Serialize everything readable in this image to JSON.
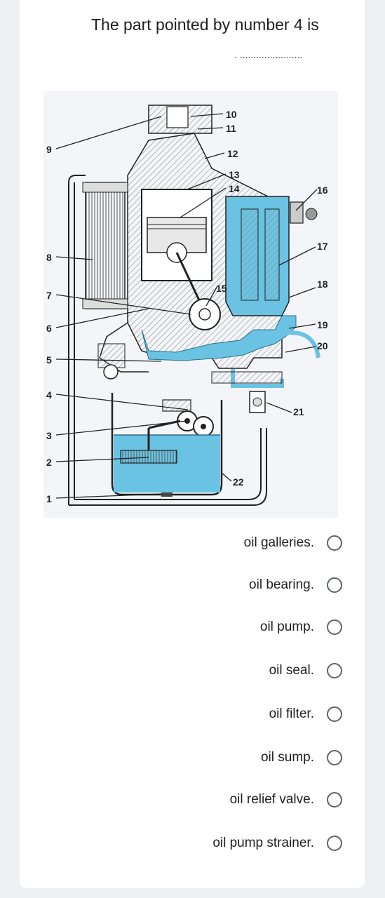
{
  "question": {
    "title": "The part pointed by number 4 is",
    "blank": ". ......................."
  },
  "diagram": {
    "labels": [
      "1",
      "2",
      "3",
      "4",
      "5",
      "6",
      "7",
      "8",
      "9",
      "10",
      "11",
      "12",
      "13",
      "14",
      "15",
      "16",
      "17",
      "18",
      "19",
      "20",
      "21",
      "22"
    ],
    "colors": {
      "oil": "#6ac3e3",
      "line": "#1a1a1a",
      "hatch": "#9a9a9a",
      "background": "#f4f5f8"
    }
  },
  "options": [
    {
      "label": "oil galleries."
    },
    {
      "label": "oil bearing."
    },
    {
      "label": "oil pump."
    },
    {
      "label": "oil seal."
    },
    {
      "label": "oil filter."
    },
    {
      "label": "oil sump."
    },
    {
      "label": "oil relief valve."
    },
    {
      "label": "oil pump strainer."
    }
  ]
}
